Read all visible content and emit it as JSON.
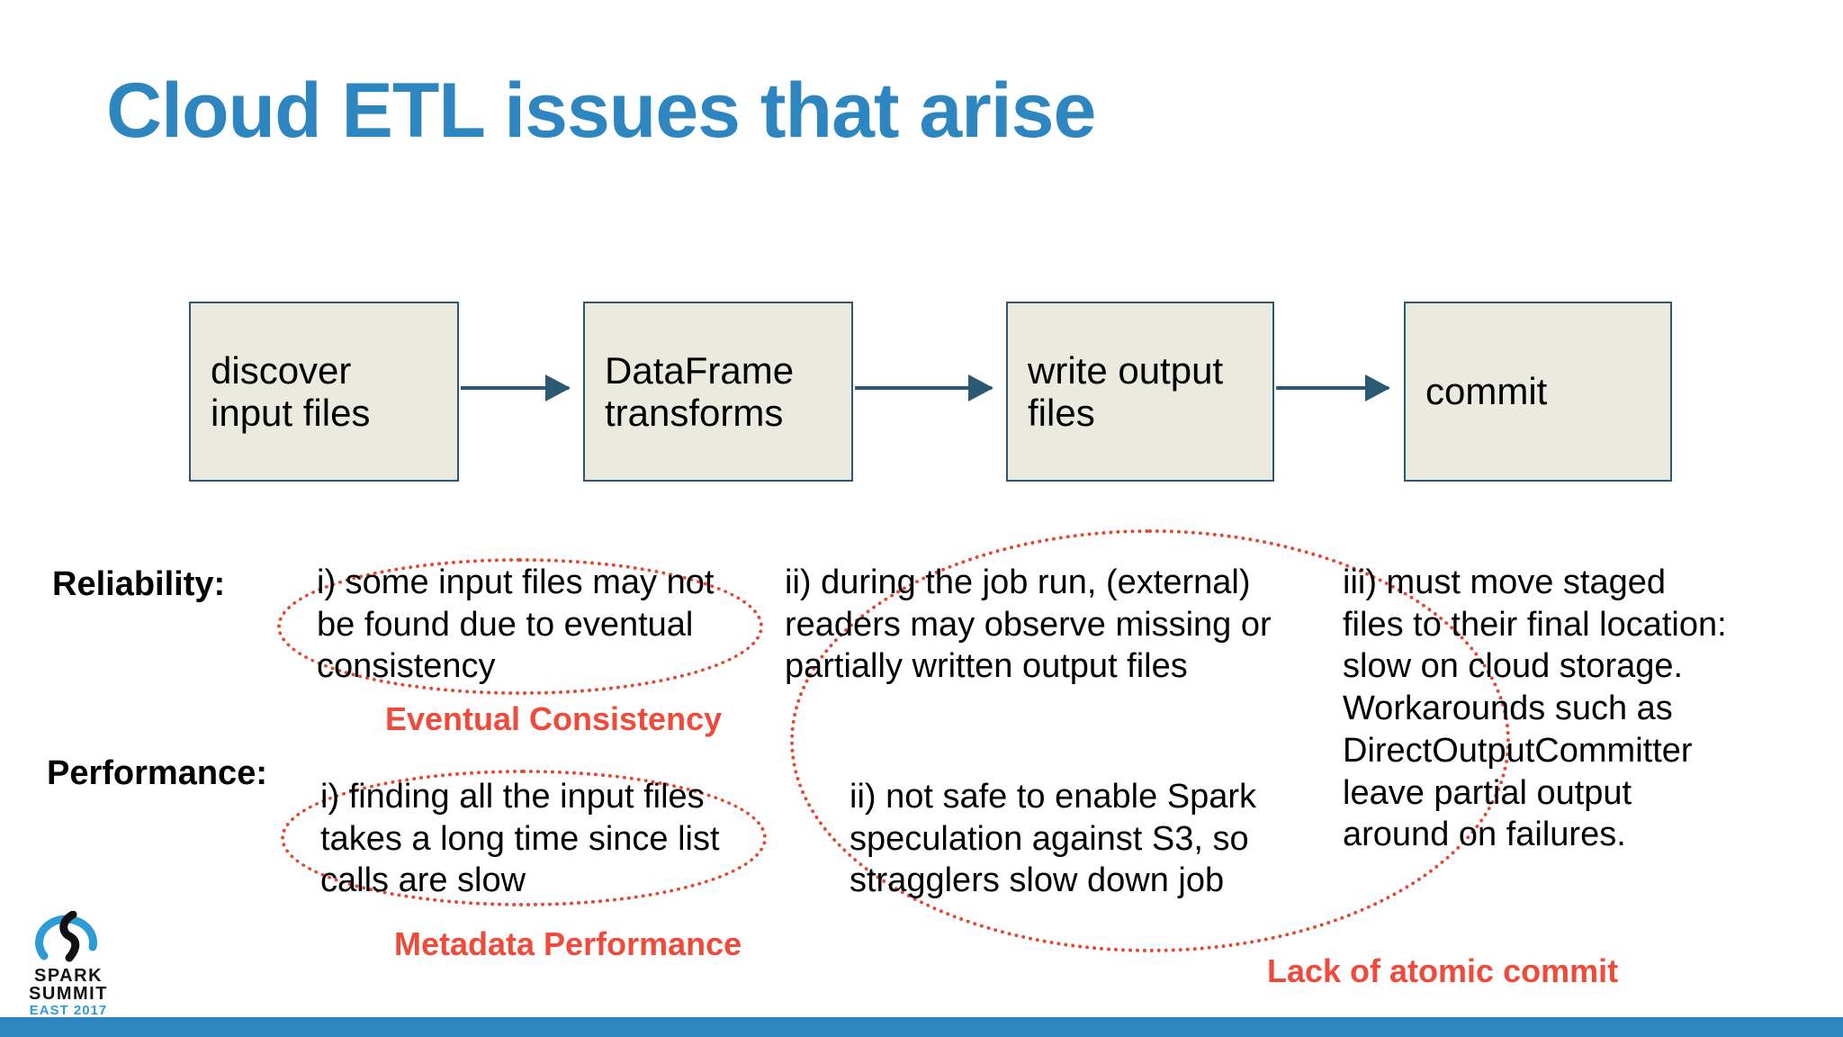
{
  "slide": {
    "title": "Cloud ETL issues that arise",
    "title_color": "#2E86C1",
    "bottom_bar_color": "#2E86C1",
    "accent_red": "#F04A3A",
    "box_fill": "#EAEADF",
    "box_border": "#2B5872"
  },
  "flow": {
    "steps": [
      {
        "label_line1": "discover",
        "label_line2": "input files"
      },
      {
        "label_line1": "DataFrame",
        "label_line2": "transforms"
      },
      {
        "label_line1": "write output",
        "label_line2": "files"
      },
      {
        "label_line1": "commit",
        "label_line2": ""
      }
    ]
  },
  "issues": {
    "rows": [
      {
        "label": "Reliability:",
        "items": [
          "i) some input files may not be found due to eventual consistency",
          "ii) during the job run, (external) readers may observe missing or partially written output files",
          "iii) must move staged files to their final location: slow on cloud storage. Workarounds such as DirectOutputCommitter leave partial output around on failures."
        ]
      },
      {
        "label": "Performance:",
        "items": [
          "i) finding all the input files takes a long time since list calls are slow",
          "ii) not safe to enable Spark speculation against S3, so stragglers slow down job",
          ""
        ]
      }
    ]
  },
  "callouts": [
    {
      "text": "Eventual Consistency"
    },
    {
      "text": "Metadata Performance"
    },
    {
      "text": "Lack of atomic commit"
    }
  ],
  "logo": {
    "word1": "SPARK",
    "word2": "SUMMIT",
    "word3": "EAST 2017"
  }
}
